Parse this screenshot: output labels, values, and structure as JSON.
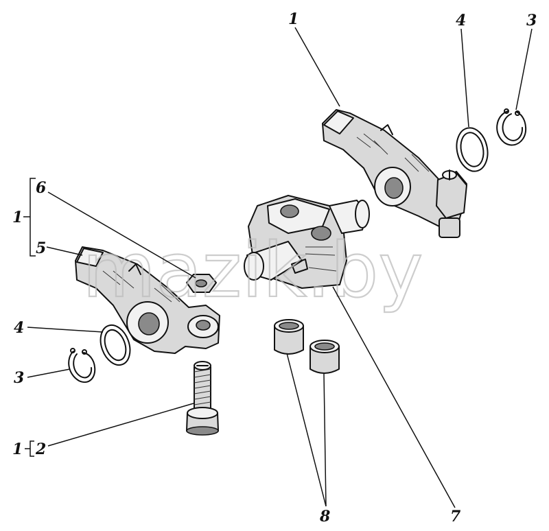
{
  "callouts": {
    "rocker_arm_right": "1",
    "washer_right": "4",
    "circlip_right": "3",
    "group_top_left": "1",
    "adjusting_screw_nut": "6",
    "rocker_arm_left": "5",
    "washer_left": "4",
    "circlip_left": "3",
    "group_bottom_left": "1",
    "adjusting_screw": "2",
    "bushings": "8",
    "rocker_shaft_bracket": "7"
  },
  "watermark": "mazik.by"
}
